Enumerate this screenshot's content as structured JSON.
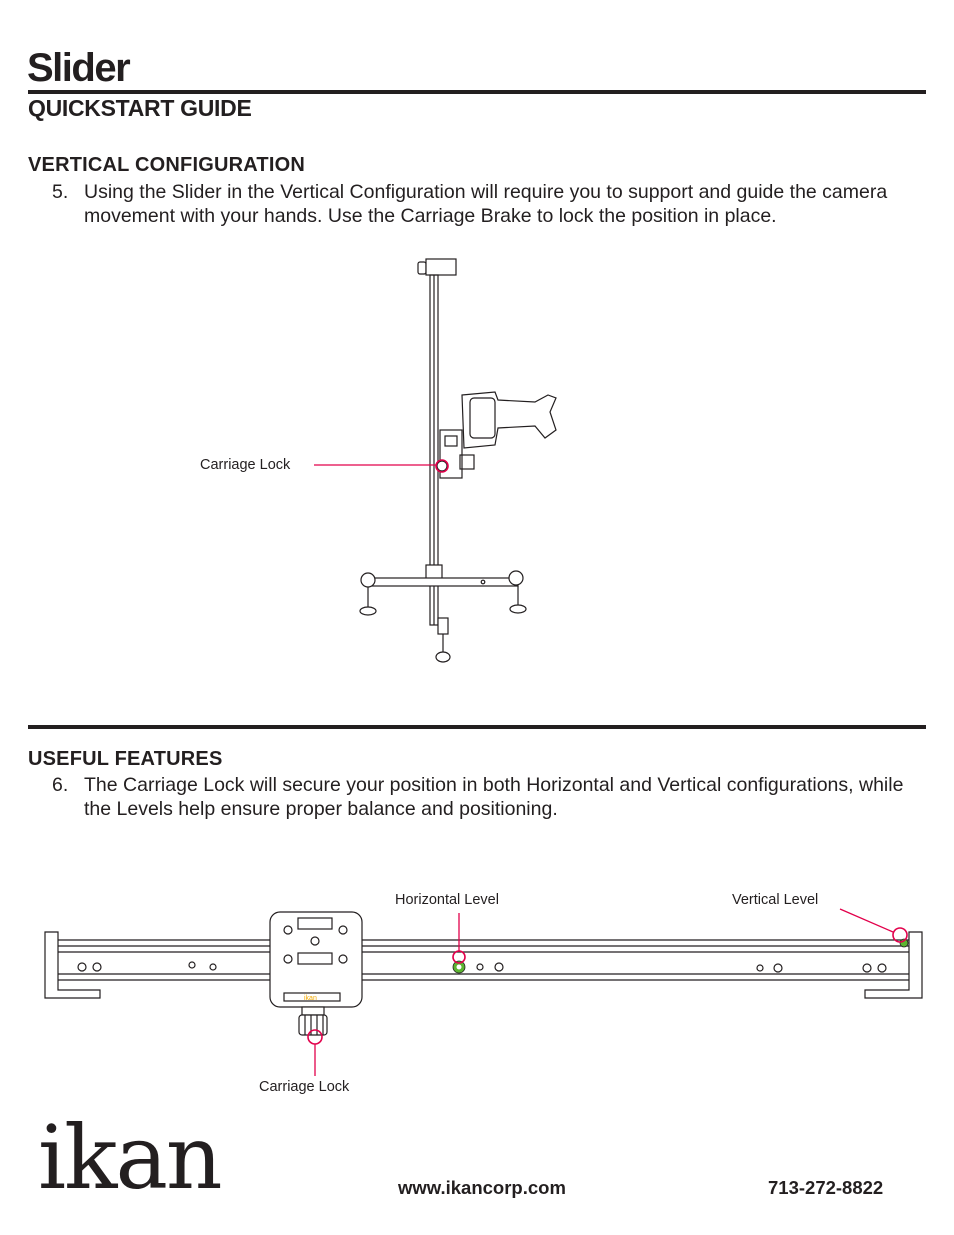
{
  "header": {
    "title": "Slider",
    "subtitle": "QUICKSTART GUIDE"
  },
  "vertical": {
    "heading": "VERTICAL CONFIGURATION",
    "step_number": "5.",
    "step_text": "Using the Slider in the Vertical Configuration will require you to support and guide the camera movement with your hands.  Use the Carriage Brake to lock the position in place.",
    "callout_carriage_lock": "Carriage Lock"
  },
  "features": {
    "heading": "USEFUL FEATURES",
    "step_number": "6.",
    "step_text": "The Carriage Lock will secure your position in both Horizontal and Vertical configurations, while the Levels help ensure proper balance and positioning.",
    "callout_horizontal_level": "Horizontal Level",
    "callout_vertical_level": "Vertical Level",
    "callout_carriage_lock": "Carriage Lock",
    "carriage_logo": "ikan"
  },
  "footer": {
    "logo": "ikan",
    "website": "www.ikancorp.com",
    "phone": "713-272-8822"
  },
  "colors": {
    "text": "#231f20",
    "callout": "#e2004b",
    "level_green": "#5cb531",
    "logo_orange": "#f2a900"
  }
}
